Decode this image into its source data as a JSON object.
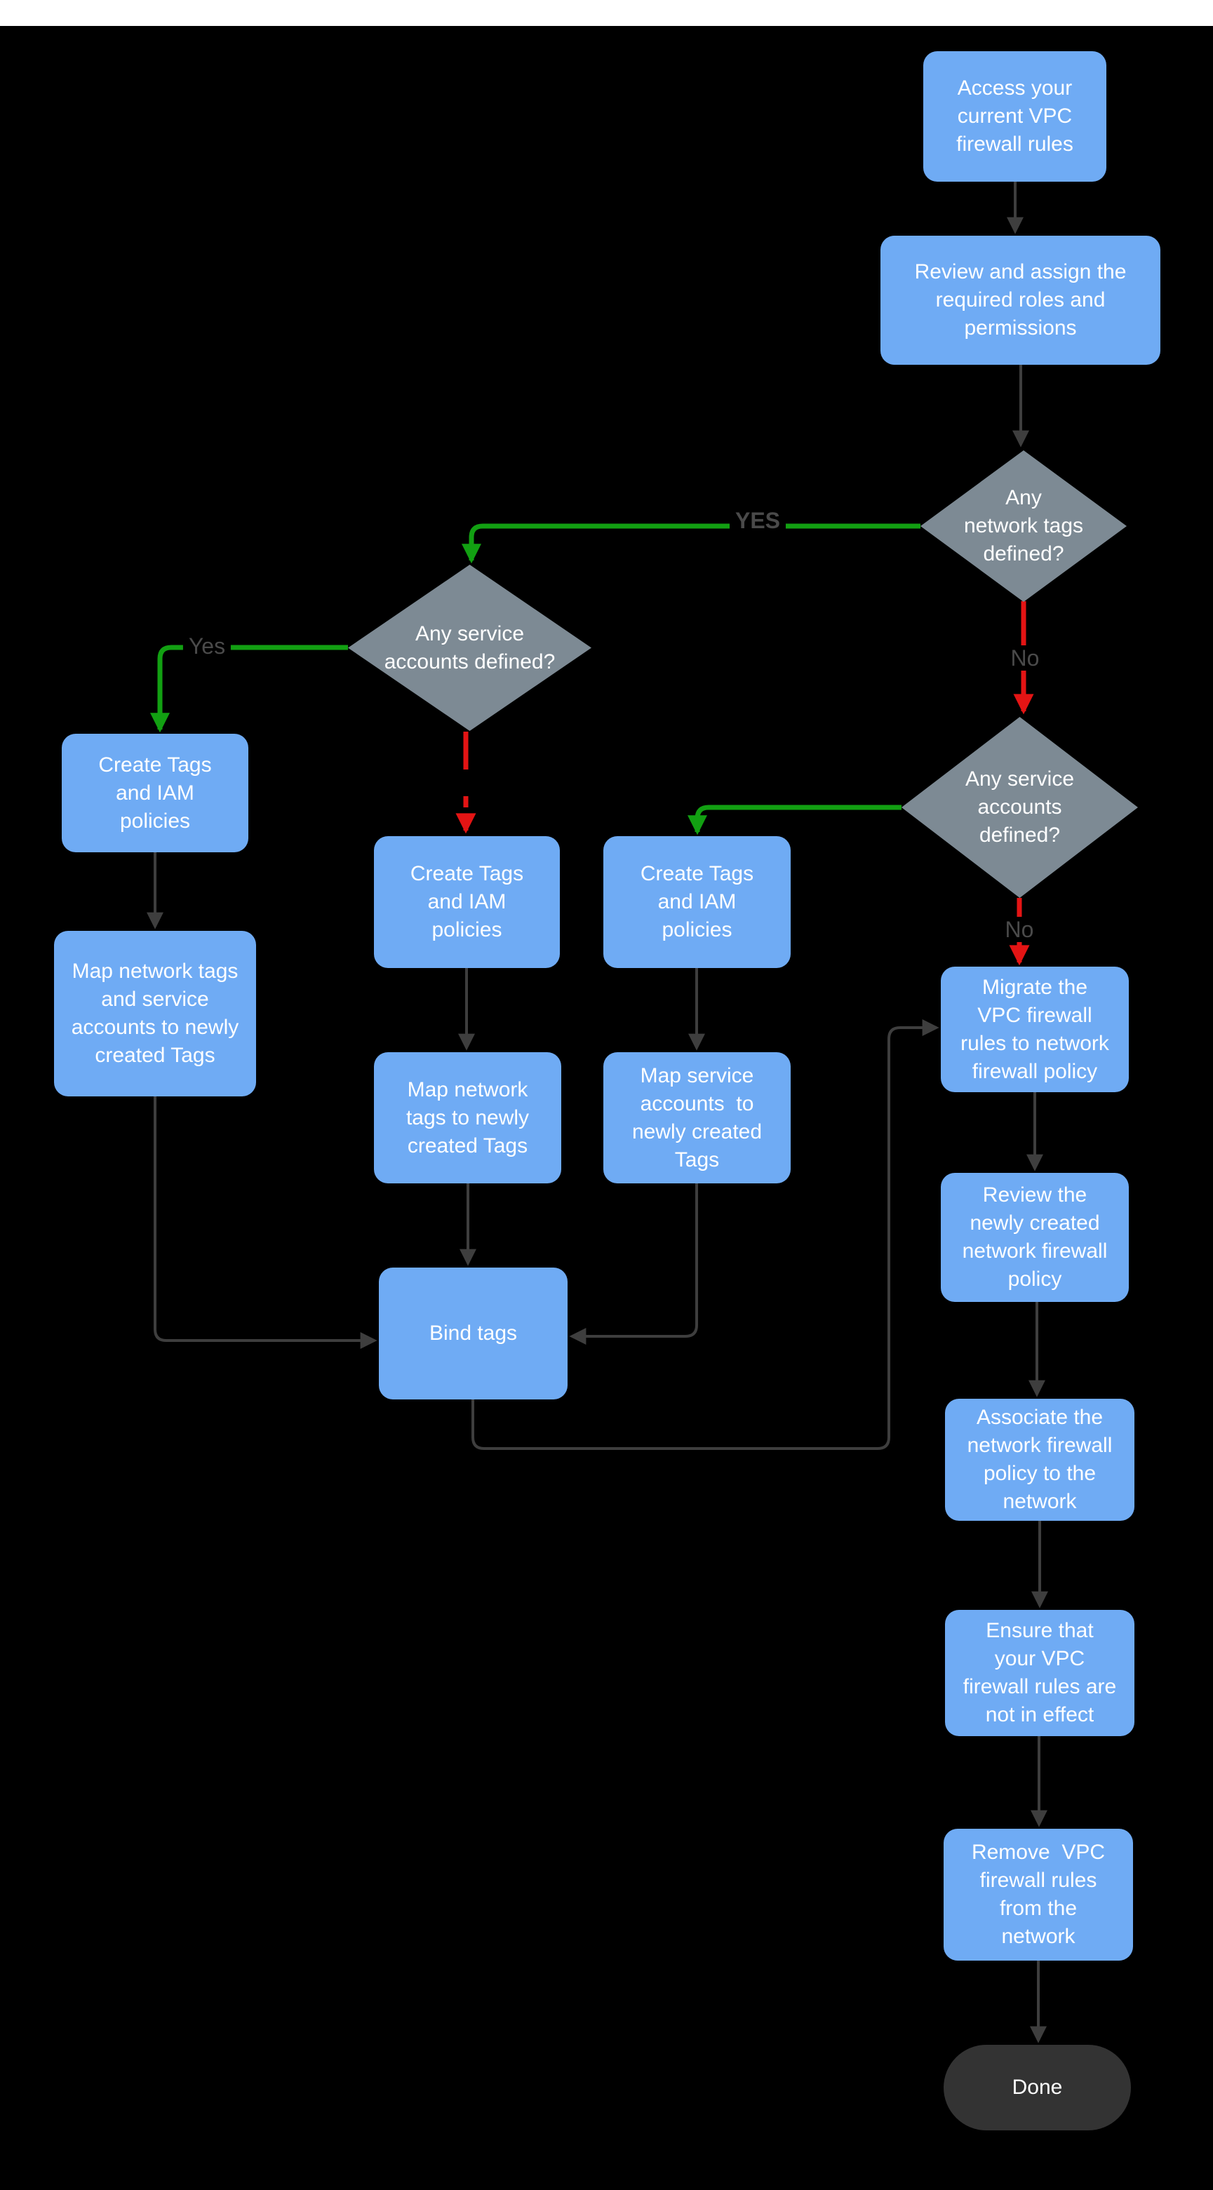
{
  "title": "VPC firewall rules migration flowchart",
  "colors": {
    "background": "#000000",
    "top_bar": "#ffffff",
    "process_fill": "#6FABF4",
    "decision_fill": "#7D8A94",
    "terminator_fill": "#333333",
    "node_text": "#ffffff",
    "connector": "#3E3E3E",
    "yes_branch": "#12A012",
    "no_branch": "#E41414",
    "edge_label_text": "#4A4A4A"
  },
  "nodes": {
    "access": {
      "label": "Access your\ncurrent VPC\nfirewall rules"
    },
    "review_roles": {
      "label": "Review and assign the\nrequired roles and\npermissions"
    },
    "d_network_tags": {
      "label": "Any\nnetwork tags\ndefined?"
    },
    "d_service_accounts_left": {
      "label": "Any service\naccounts defined?"
    },
    "d_service_accounts_right": {
      "label": "Any service\naccounts\ndefined?"
    },
    "create_left": {
      "label": "Create Tags\nand IAM\npolicies"
    },
    "create_mid1": {
      "label": "Create Tags\nand IAM\npolicies"
    },
    "create_mid2": {
      "label": "Create Tags\nand IAM\npolicies"
    },
    "map_left": {
      "label": "Map network tags\nand service\naccounts to newly\ncreated Tags"
    },
    "map_mid1": {
      "label": "Map network\ntags to newly\ncreated Tags"
    },
    "map_mid2": {
      "label": "Map service\naccounts  to\nnewly created\nTags"
    },
    "migrate": {
      "label": "Migrate the\nVPC firewall\nrules to network\nfirewall policy"
    },
    "review_policy": {
      "label": "Review the\nnewly created\nnetwork firewall\npolicy"
    },
    "bind": {
      "label": "Bind tags"
    },
    "associate": {
      "label": "Associate the\nnetwork firewall\npolicy to the\nnetwork"
    },
    "ensure": {
      "label": "Ensure that\nyour VPC\nfirewall rules are\nnot in effect"
    },
    "remove": {
      "label": "Remove  VPC\nfirewall rules\nfrom the\nnetwork"
    },
    "done": {
      "label": "Done"
    }
  },
  "edge_labels": {
    "yes_upper": "YES",
    "yes_left": "Yes",
    "no_upper": "No",
    "no_lower": "No"
  }
}
